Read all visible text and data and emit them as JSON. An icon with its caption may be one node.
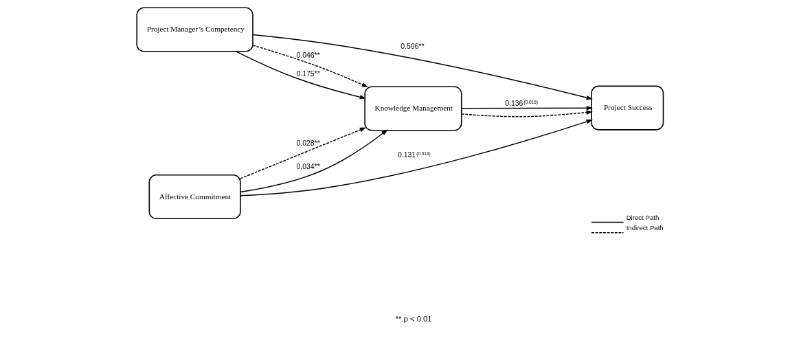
{
  "diagram": {
    "nodes": [
      {
        "text": [
          "Project Manager’s Competency"
        ]
      },
      {
        "text": [
          "Knowledge Management"
        ]
      },
      {
        "text": [
          "Project Success"
        ]
      },
      {
        "text": [
          "Affective Commitment"
        ]
      }
    ],
    "edges": [
      {
        "from": 0,
        "to": 2,
        "arrow": "to",
        "label": "0.506**"
      },
      {
        "from": 0,
        "to": 1,
        "arrow": "to",
        "style": "dashed",
        "label": "0.046**"
      },
      {
        "from": 0,
        "to": 1,
        "arrow": "to",
        "label": "0.175**"
      },
      {
        "from": 3,
        "to": 1,
        "arrow": "to",
        "label": "0.034**"
      },
      {
        "from": 3,
        "to": 1,
        "arrow": "to",
        "style": "dashed",
        "label": "0.028**"
      },
      {
        "from": 3,
        "to": 2,
        "arrow": "to",
        "label": "0.131$^{(0.013)}$"
      },
      {
        "from": 1,
        "to": 2,
        "arrow": "to",
        "style": "dashed"
      },
      {
        "from": 1,
        "to": 2,
        "arrow": "to",
        "label": "0.136$^{(0.016)}$"
      }
    ],
    "labels": [
      "**.p < 0.01"
    ],
    "legend": [
      {
        "text": "Direct Path"
      },
      {
        "text": "Indirect Path"
      }
    ]
  }
}
